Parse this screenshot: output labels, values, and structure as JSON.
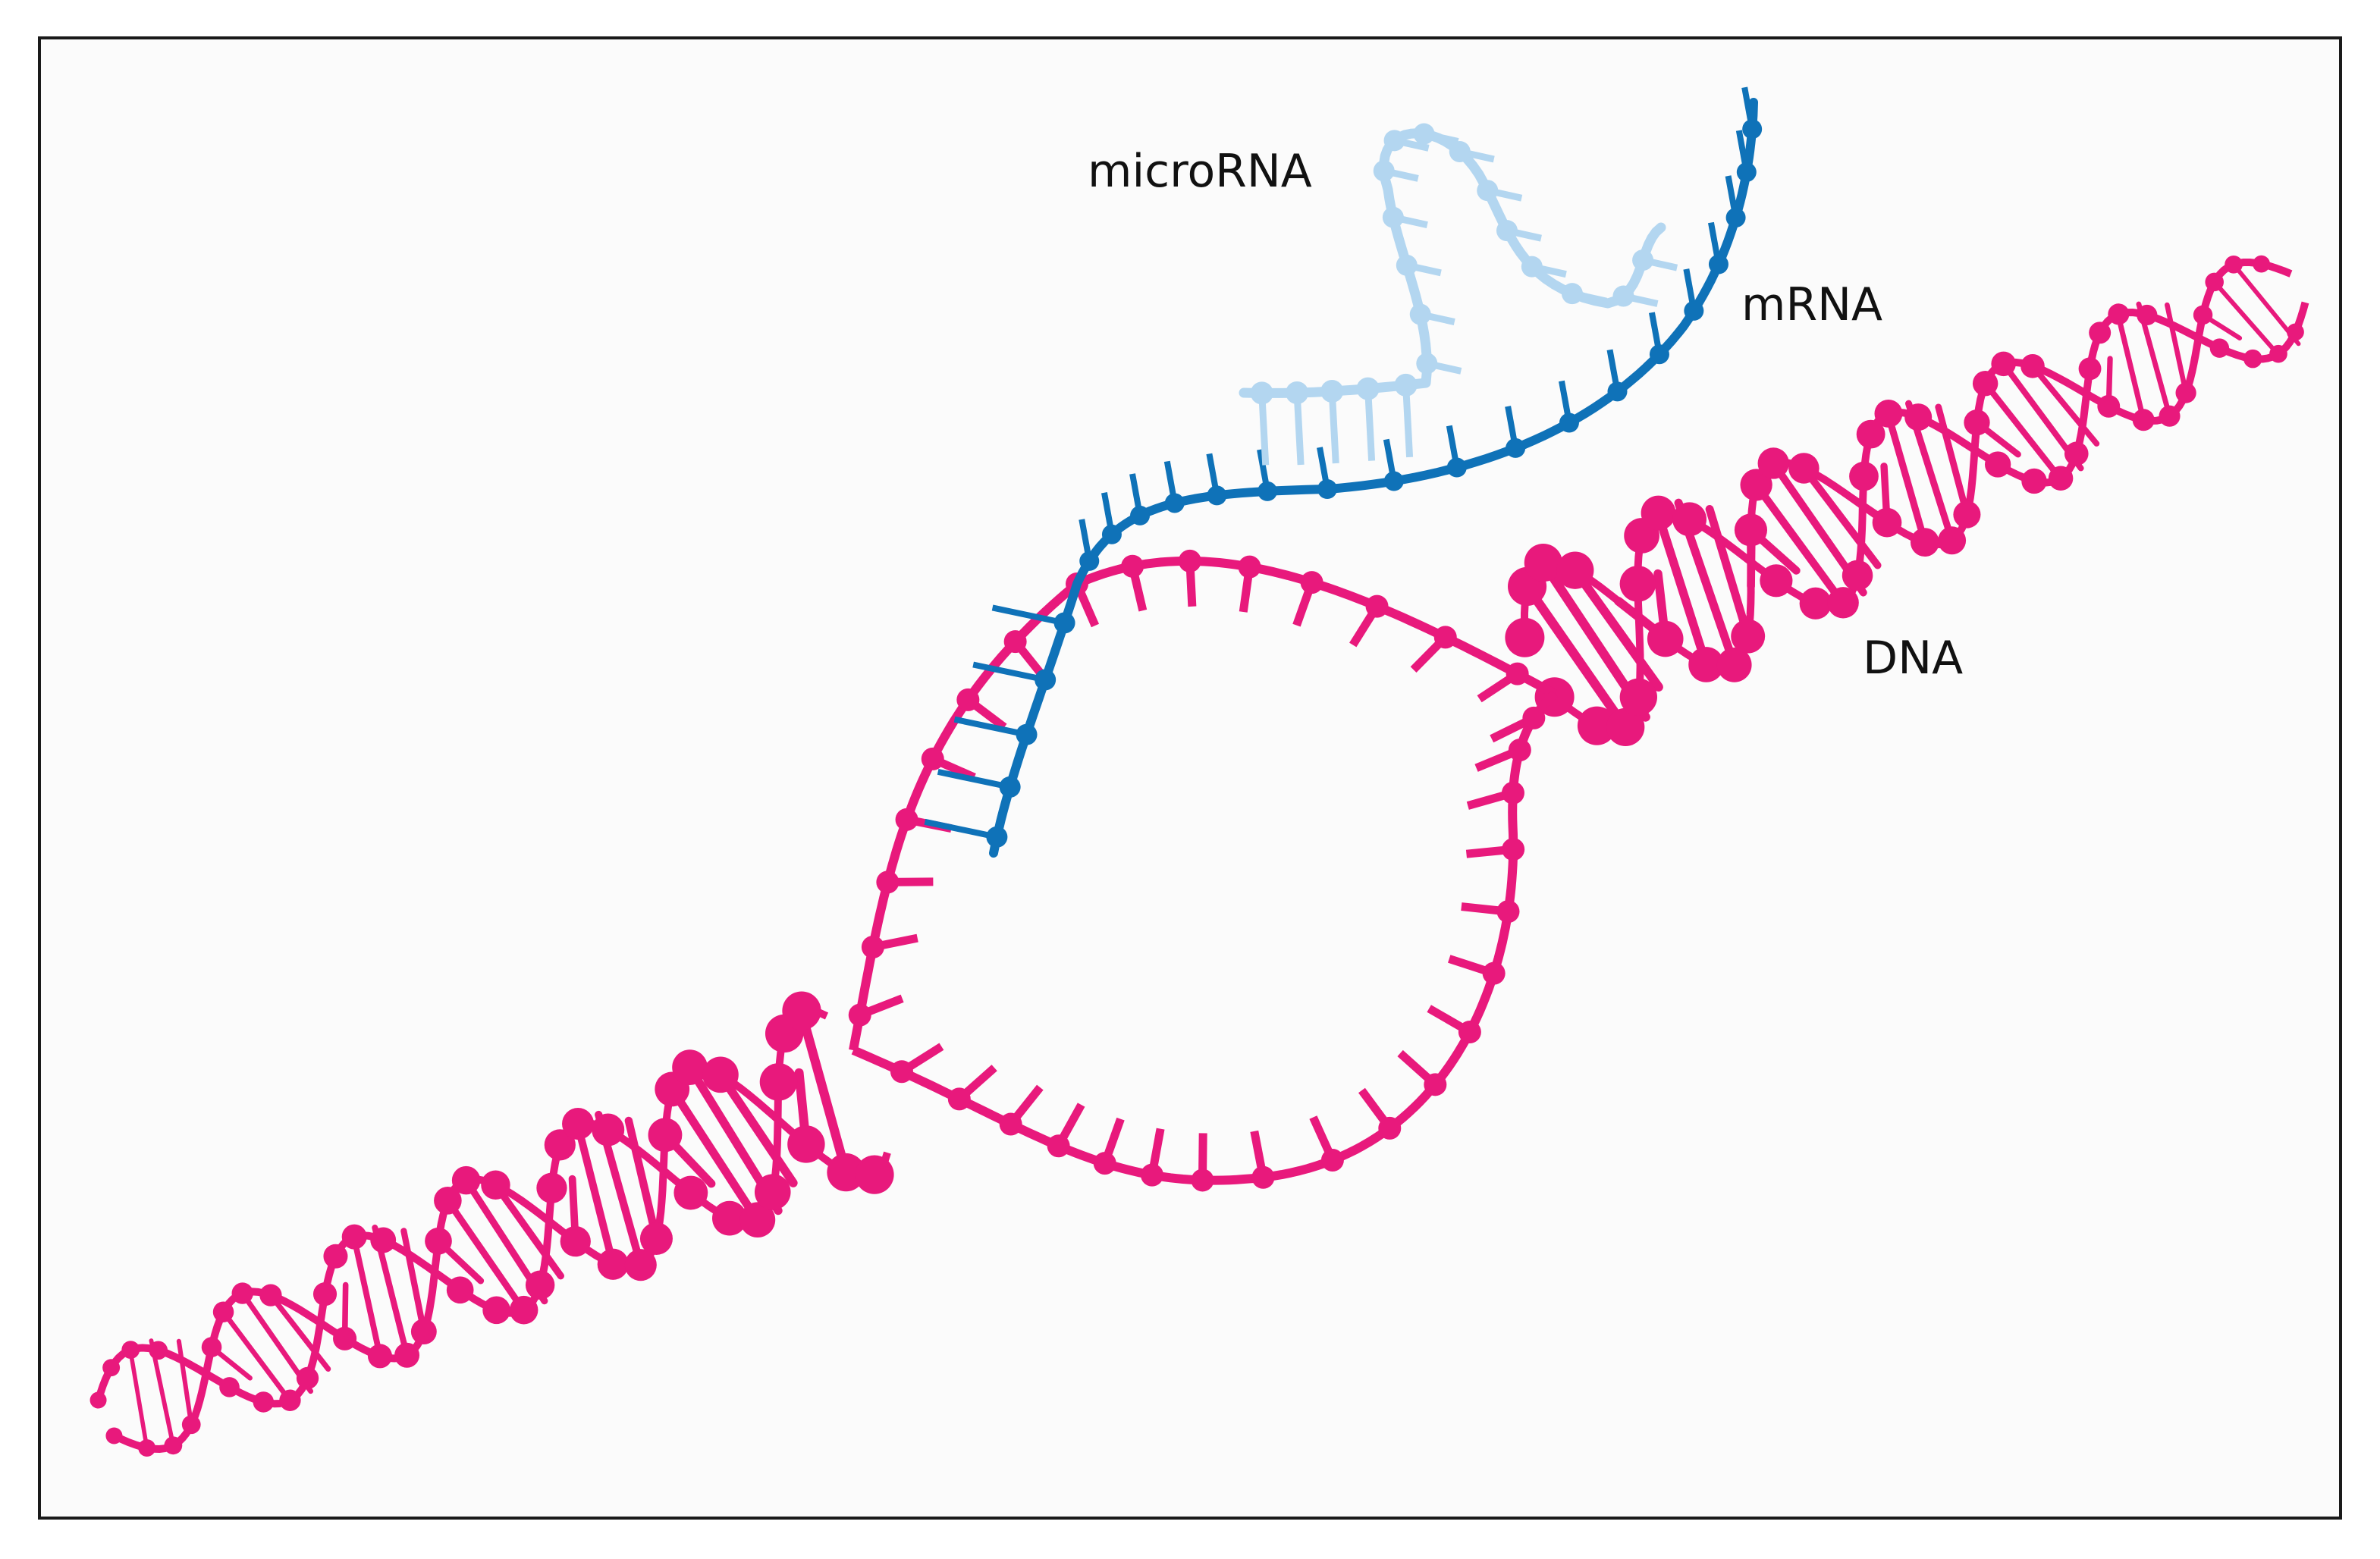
{
  "labels": {
    "microrna": "microRNA",
    "mrna": "mRNA",
    "dna": "DNA"
  },
  "colors": {
    "background": "#fbfbfb",
    "frame": "#1a1a1a",
    "dna": "#e8197c",
    "mrna": "#0f72b8",
    "microrna": "#b3d6f0",
    "text": "#111111"
  },
  "structures": [
    {
      "name": "dna",
      "description_label": "DNA"
    },
    {
      "name": "mrna",
      "description_label": "mRNA"
    },
    {
      "name": "microrna",
      "description_label": "microRNA"
    }
  ]
}
